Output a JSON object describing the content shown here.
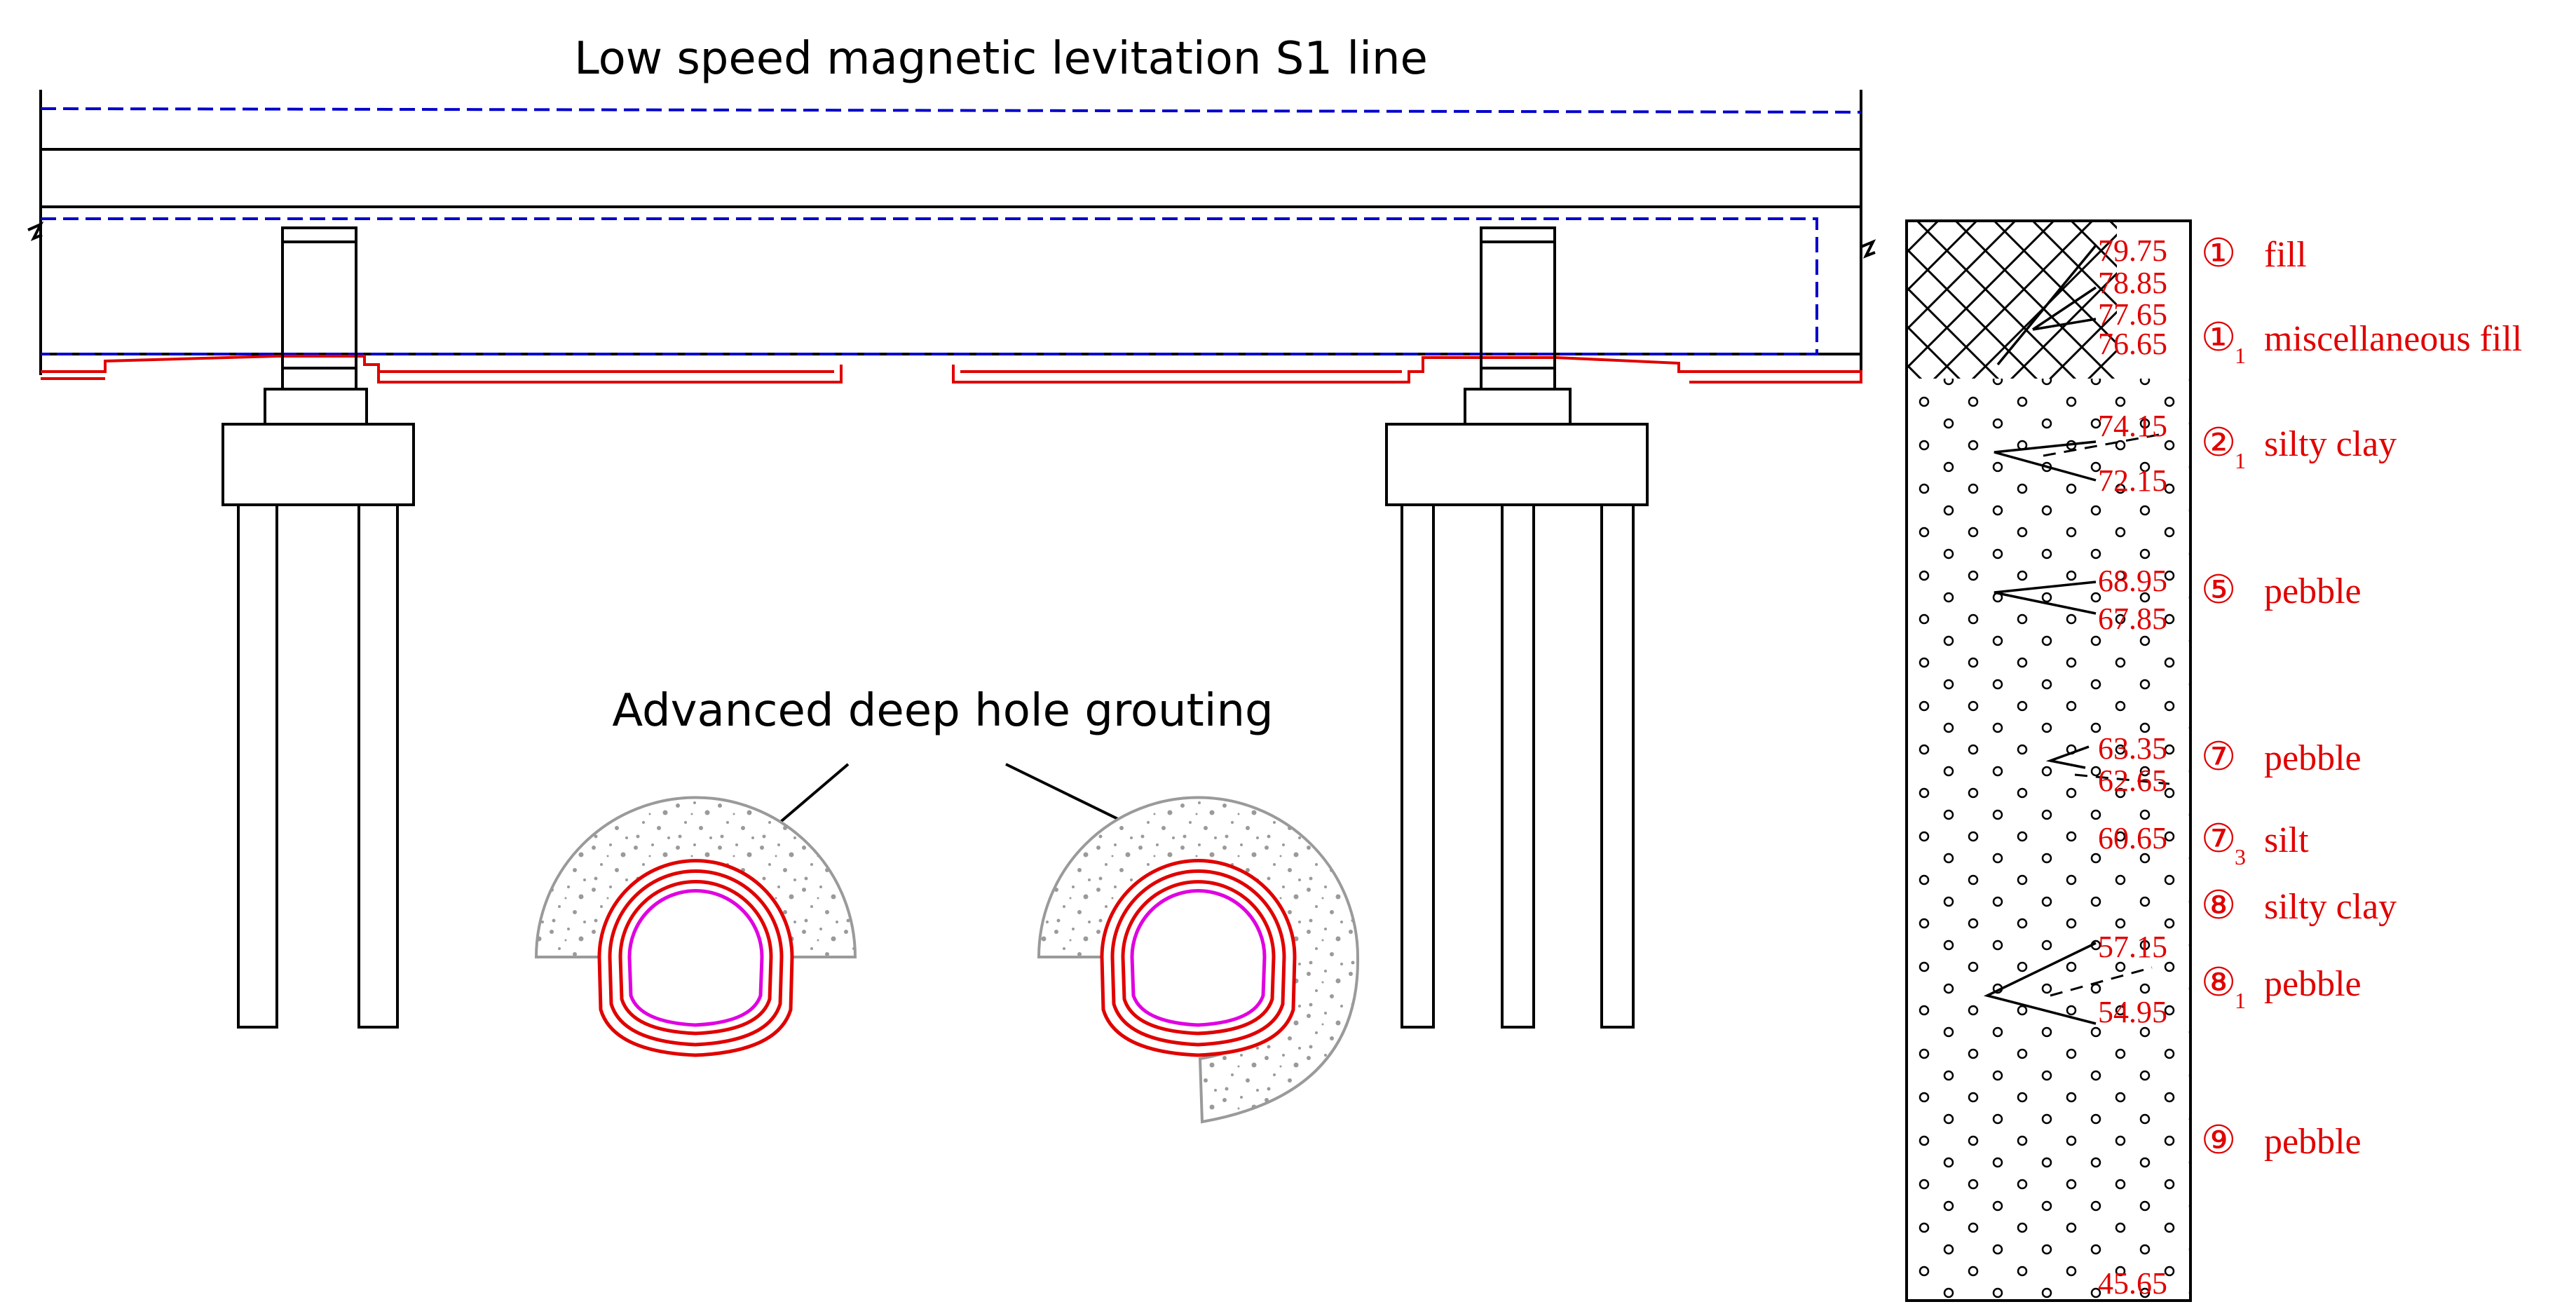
{
  "title": "Low speed magnetic levitation S1 line",
  "grouting_label": "Advanced deep hole grouting",
  "colors": {
    "structure": "#000000",
    "dashed_outline": "#0000cc",
    "soil_text": "#e00000",
    "tunnel_lining": "#e00000",
    "inner_lining": "#e000e0",
    "grout_fill": "#bdbdbd"
  },
  "elevations": [
    "79.75",
    "78.85",
    "77.65",
    "76.65",
    "74.15",
    "72.15",
    "68.95",
    "67.85",
    "63.35",
    "62.65",
    "60.65",
    "57.15",
    "54.95",
    "45.65"
  ],
  "layers": [
    {
      "num": "①",
      "sub": "",
      "name": "fill"
    },
    {
      "num": "①",
      "sub": "1",
      "name": "miscellaneous fill"
    },
    {
      "num": "②",
      "sub": "1",
      "name": "silty clay"
    },
    {
      "num": "⑤",
      "sub": "",
      "name": "pebble"
    },
    {
      "num": "⑦",
      "sub": "",
      "name": "pebble"
    },
    {
      "num": "⑦",
      "sub": "3",
      "name": "silt"
    },
    {
      "num": "⑧",
      "sub": "",
      "name": "silty clay"
    },
    {
      "num": "⑧",
      "sub": "1",
      "name": "pebble"
    },
    {
      "num": "⑨",
      "sub": "",
      "name": "pebble"
    }
  ]
}
